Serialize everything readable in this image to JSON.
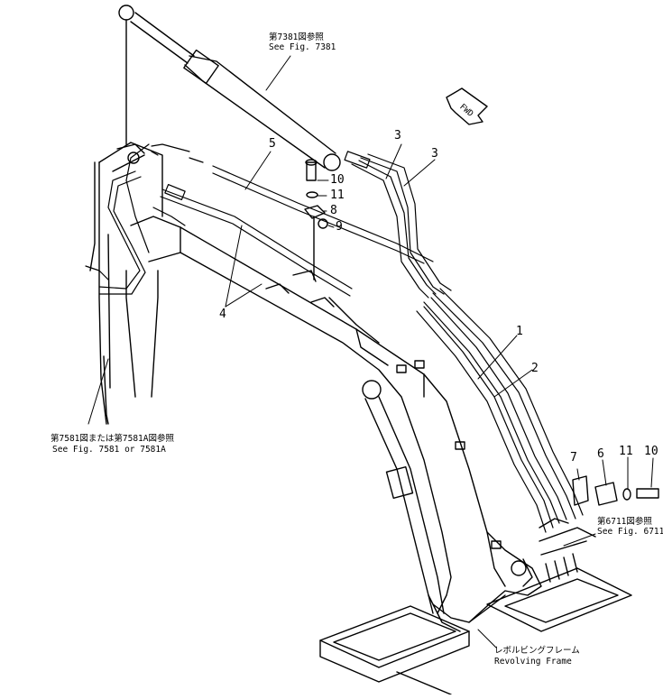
{
  "diagram": {
    "callouts": [
      "1",
      "2",
      "3",
      "3",
      "4",
      "5",
      "6",
      "7",
      "8",
      "9",
      "10",
      "10",
      "11",
      "11"
    ],
    "refs": {
      "top_jp": "第7381図参照",
      "top_en": "See Fig. 7381",
      "left_jp": "第7581図または第7581A図参照",
      "left_en": "See Fig. 7581 or 7581A",
      "right_jp": "第6711図参照",
      "right_en": "See Fig. 6711",
      "bottom_jp": "レボルビングフレーム",
      "bottom_en": "Revolving  Frame"
    },
    "fwd": "FWD"
  }
}
